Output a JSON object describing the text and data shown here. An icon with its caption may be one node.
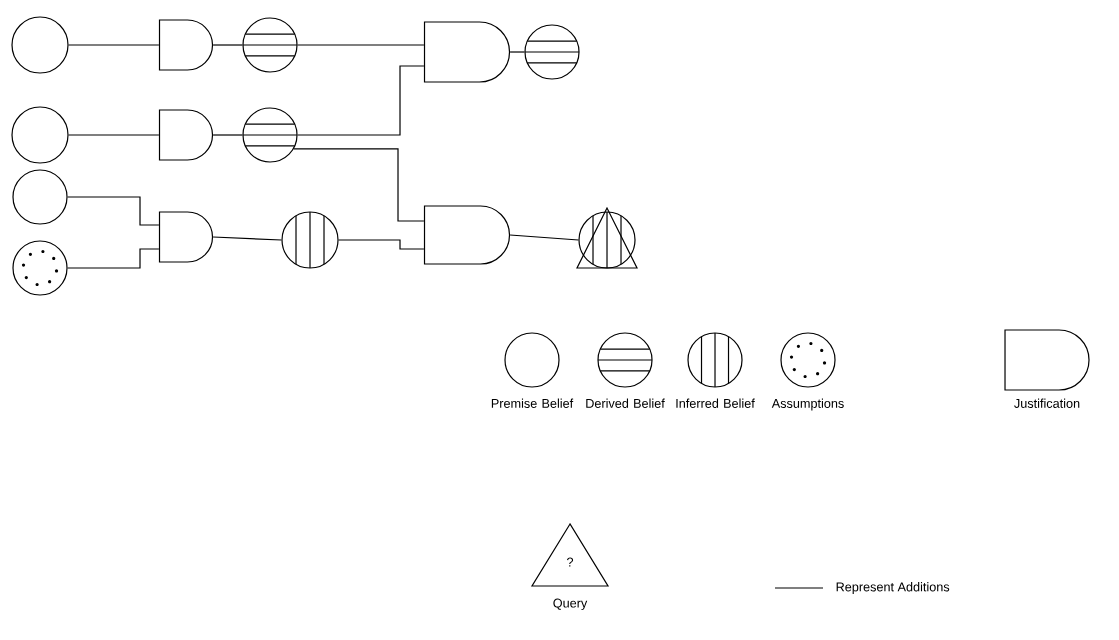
{
  "diagram": {
    "nodes": [
      {
        "text": [],
        "shape": "circle"
      },
      {
        "text": [],
        "shape": "gate"
      },
      {
        "text": [],
        "shape": "circle"
      },
      {
        "text": [],
        "shape": "gate"
      },
      {
        "text": [],
        "shape": "circle"
      },
      {
        "text": [],
        "shape": "circle"
      },
      {
        "text": [],
        "shape": "gate"
      },
      {
        "text": [],
        "shape": "circle"
      },
      {
        "text": [],
        "shape": "gate"
      },
      {
        "text": [],
        "shape": "circle"
      },
      {
        "text": [],
        "shape": "circle"
      },
      {
        "text": [],
        "shape": "circle"
      },
      {
        "text": [],
        "shape": "gate"
      },
      {
        "text": [],
        "shape": "circle"
      }
    ],
    "edges": [
      {
        "from": 0,
        "to": 1,
        "arrow": "none"
      },
      {
        "from": 1,
        "to": 2,
        "arrow": "none"
      },
      {
        "from": 2,
        "to": 3,
        "arrow": "none"
      },
      {
        "from": 3,
        "to": 4,
        "arrow": "none"
      },
      {
        "from": 5,
        "to": 6,
        "arrow": "none"
      },
      {
        "from": 6,
        "to": 7,
        "arrow": "none"
      },
      {
        "from": 7,
        "to": 3,
        "arrow": "none"
      },
      {
        "from": 7,
        "to": 8,
        "arrow": "none"
      },
      {
        "from": 8,
        "to": 9,
        "arrow": "none"
      },
      {
        "from": 10,
        "to": 12,
        "arrow": "none"
      },
      {
        "from": 11,
        "to": 12,
        "arrow": "none"
      },
      {
        "from": 12,
        "to": 13,
        "arrow": "none"
      },
      {
        "from": 13,
        "to": 8,
        "arrow": "none"
      }
    ],
    "labels": [
      "?"
    ],
    "legend": [
      {
        "text": "Premise Belief"
      },
      {
        "text": "Derived Belief"
      },
      {
        "text": "Inferred Belief"
      },
      {
        "text": "Assumptions"
      },
      {
        "text": "Justification"
      },
      {
        "text": "Query"
      },
      {
        "text": "Represent Additions"
      }
    ]
  }
}
